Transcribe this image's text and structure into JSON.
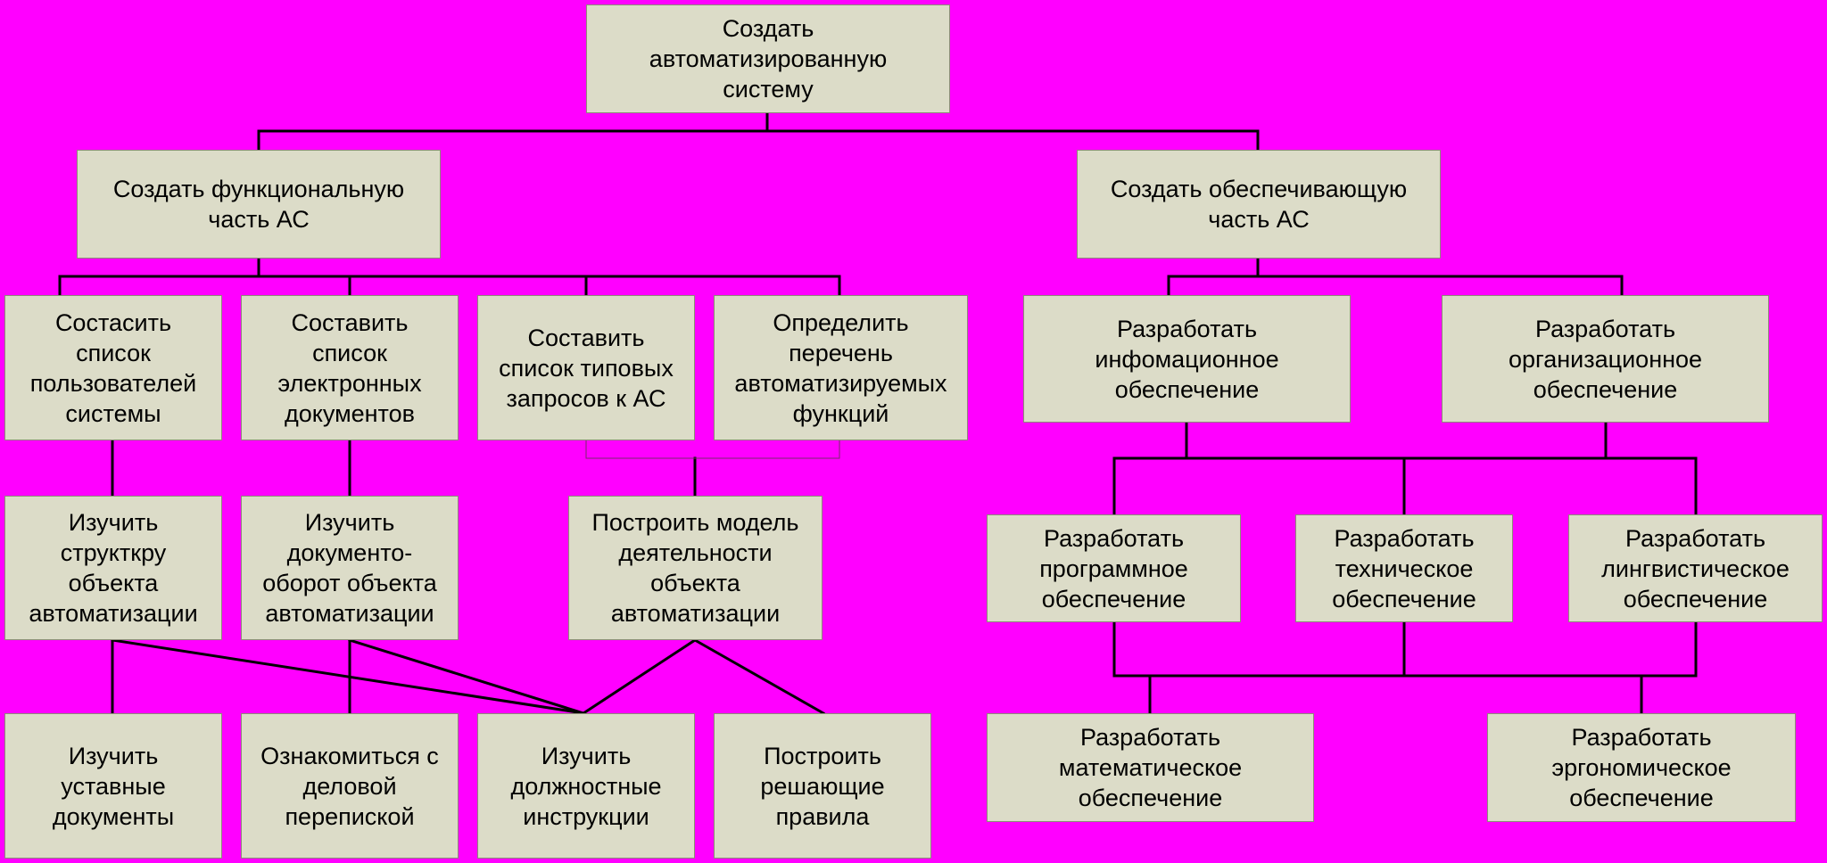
{
  "colors": {
    "background": "#ff00ff",
    "box_fill": "#dcdcc8",
    "box_border": "#8c8c78",
    "line": "#000000"
  },
  "nodes": {
    "root": "Создать\nавтоматизированную\nсистему",
    "func": "Создать функциональную\nчасть АС",
    "supp": "Создать обеспечивающую\nчасть АС",
    "users": "Состасить\nсписок\nпользователей\nсистемы",
    "docs": "Составить\nсписок\nэлектронных\nдокументов",
    "queries": "Составить\nсписок типовых\nзапросов к АС",
    "functions": "Определить\nперечень\nавтоматизируемых\nфункций",
    "info": "Разработать\nинфомационное\nобеспечение",
    "org": "Разработать\nорганизационное\nобеспечение",
    "structure": "Изучить\nструкткру\nобъекта\nавтоматизации",
    "docflow": "Изучить\nдокументо-\nоборот объекта\nавтоматизации",
    "model": "Построить модель\nдеятельности\nобъекта\nавтоматизации",
    "software": "Разработать\nпрограммное\nобеспечение",
    "technical": "Разработать\nтехническое\nобеспечение",
    "linguistic": "Разработать\nлингвистическое\nобеспечение",
    "charter": "Изучить\nуставные\nдокументы",
    "correspondence": "Ознакомиться с\nделовой\nперепиской",
    "instructions": "Изучить\nдолжностные\nинструкции",
    "rules": "Построить\nрешающие\nправила",
    "math": "Разработать\nматематическое\nобеспечение",
    "ergonomic": "Разработать\nэргономическое\nобеспечение"
  }
}
